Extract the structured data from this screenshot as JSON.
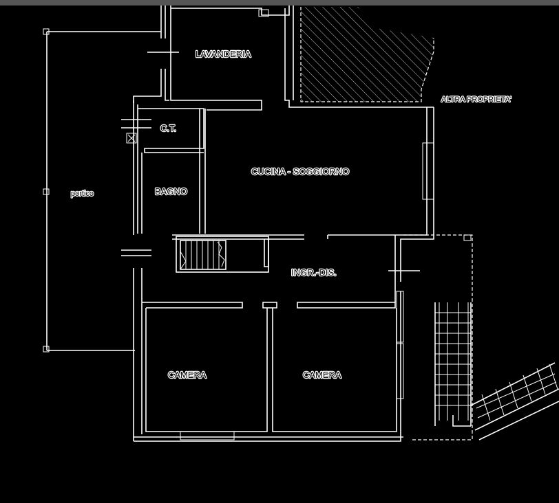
{
  "plan": {
    "rooms": {
      "lavanderia": "LAVANDERIA",
      "ct": "C.T.",
      "cucina_soggiorno": "CUCINA - SOGGIORNO",
      "bagno": "BAGNO",
      "ingr_dis": "INGR.-DIS.",
      "camera_left": "CAMERA",
      "camera_right": "CAMERA"
    },
    "labels": {
      "portico": "portico",
      "altra_proprieta": "ALTRA PROPRIETA'"
    }
  }
}
